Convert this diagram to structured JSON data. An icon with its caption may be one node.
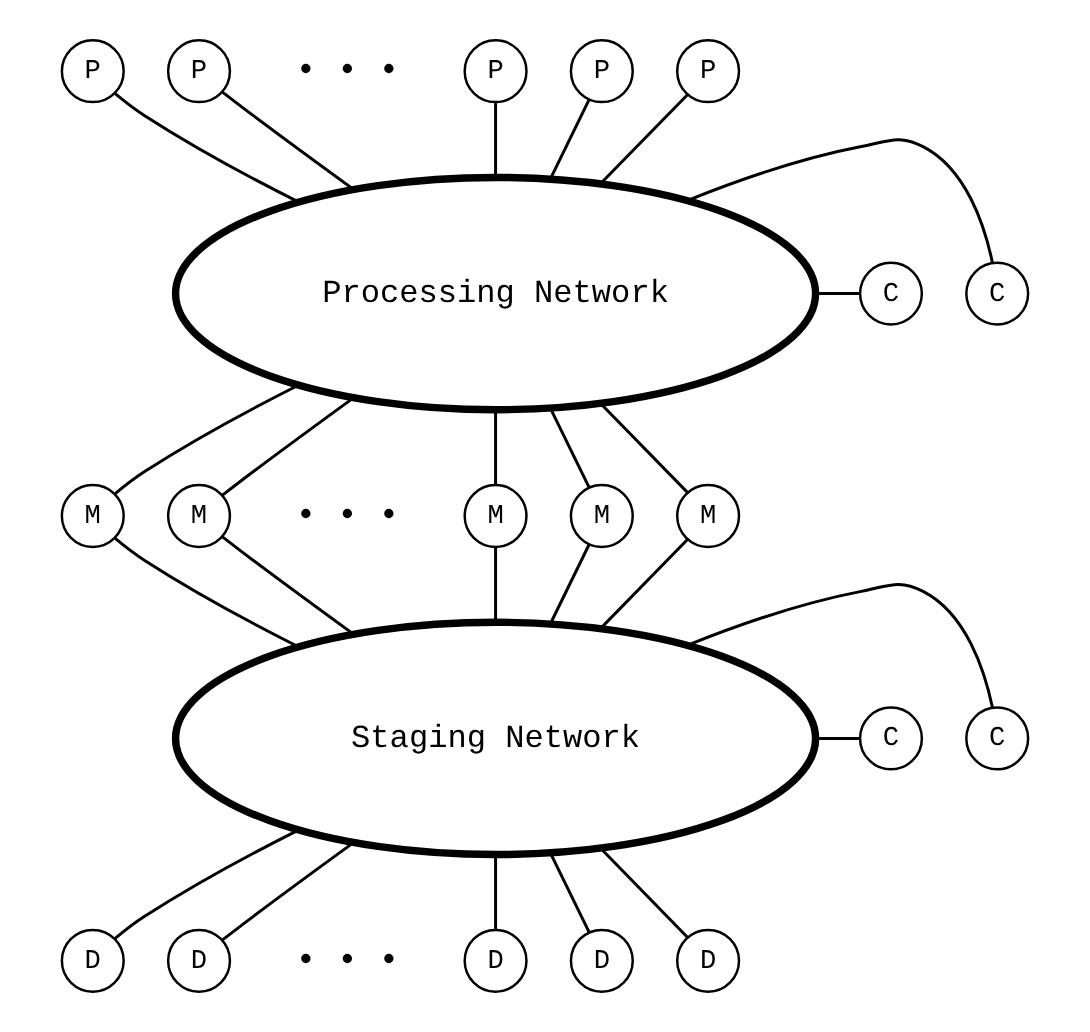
{
  "diagram": {
    "nodes": [
      {
        "text": [
          "P"
        ]
      },
      {
        "text": [
          "P"
        ]
      },
      {
        "text": [
          "P"
        ]
      },
      {
        "text": [
          "P"
        ]
      },
      {
        "text": [
          "P"
        ]
      },
      {
        "text": [
          "Processing Network"
        ]
      },
      {
        "text": [
          "C"
        ]
      },
      {
        "text": [
          "C"
        ]
      },
      {
        "text": [
          "M"
        ]
      },
      {
        "text": [
          "M"
        ]
      },
      {
        "text": [
          "M"
        ]
      },
      {
        "text": [
          "M"
        ]
      },
      {
        "text": [
          "M"
        ]
      },
      {
        "text": [
          "Staging Network"
        ]
      },
      {
        "text": [
          "C"
        ]
      },
      {
        "text": [
          "C"
        ]
      },
      {
        "text": [
          "D"
        ]
      },
      {
        "text": [
          "D"
        ]
      },
      {
        "text": [
          "D"
        ]
      },
      {
        "text": [
          "D"
        ]
      },
      {
        "text": [
          "D"
        ]
      }
    ],
    "edges": [
      {
        "from": 0,
        "to": 5,
        "arrow": "none"
      },
      {
        "from": 1,
        "to": 5,
        "arrow": "none"
      },
      {
        "from": 2,
        "to": 5,
        "arrow": "none"
      },
      {
        "from": 3,
        "to": 5,
        "arrow": "none"
      },
      {
        "from": 4,
        "to": 5,
        "arrow": "none"
      },
      {
        "from": 5,
        "to": 6,
        "arrow": "none"
      },
      {
        "from": 5,
        "to": 7,
        "arrow": "none"
      },
      {
        "from": 5,
        "to": 8,
        "arrow": "none"
      },
      {
        "from": 5,
        "to": 9,
        "arrow": "none"
      },
      {
        "from": 5,
        "to": 10,
        "arrow": "none"
      },
      {
        "from": 5,
        "to": 11,
        "arrow": "none"
      },
      {
        "from": 5,
        "to": 12,
        "arrow": "none"
      },
      {
        "from": 8,
        "to": 13,
        "arrow": "none"
      },
      {
        "from": 9,
        "to": 13,
        "arrow": "none"
      },
      {
        "from": 10,
        "to": 13,
        "arrow": "none"
      },
      {
        "from": 11,
        "to": 13,
        "arrow": "none"
      },
      {
        "from": 12,
        "to": 13,
        "arrow": "none"
      },
      {
        "from": 13,
        "to": 14,
        "arrow": "none"
      },
      {
        "from": 13,
        "to": 15,
        "arrow": "none"
      },
      {
        "from": 13,
        "to": 16,
        "arrow": "none"
      },
      {
        "from": 13,
        "to": 17,
        "arrow": "none"
      },
      {
        "from": 13,
        "to": 18,
        "arrow": "none"
      },
      {
        "from": 13,
        "to": 19,
        "arrow": "none"
      },
      {
        "from": 13,
        "to": 20,
        "arrow": "none"
      }
    ],
    "labels": [
      "• • •",
      "• • •",
      "• • •"
    ]
  }
}
